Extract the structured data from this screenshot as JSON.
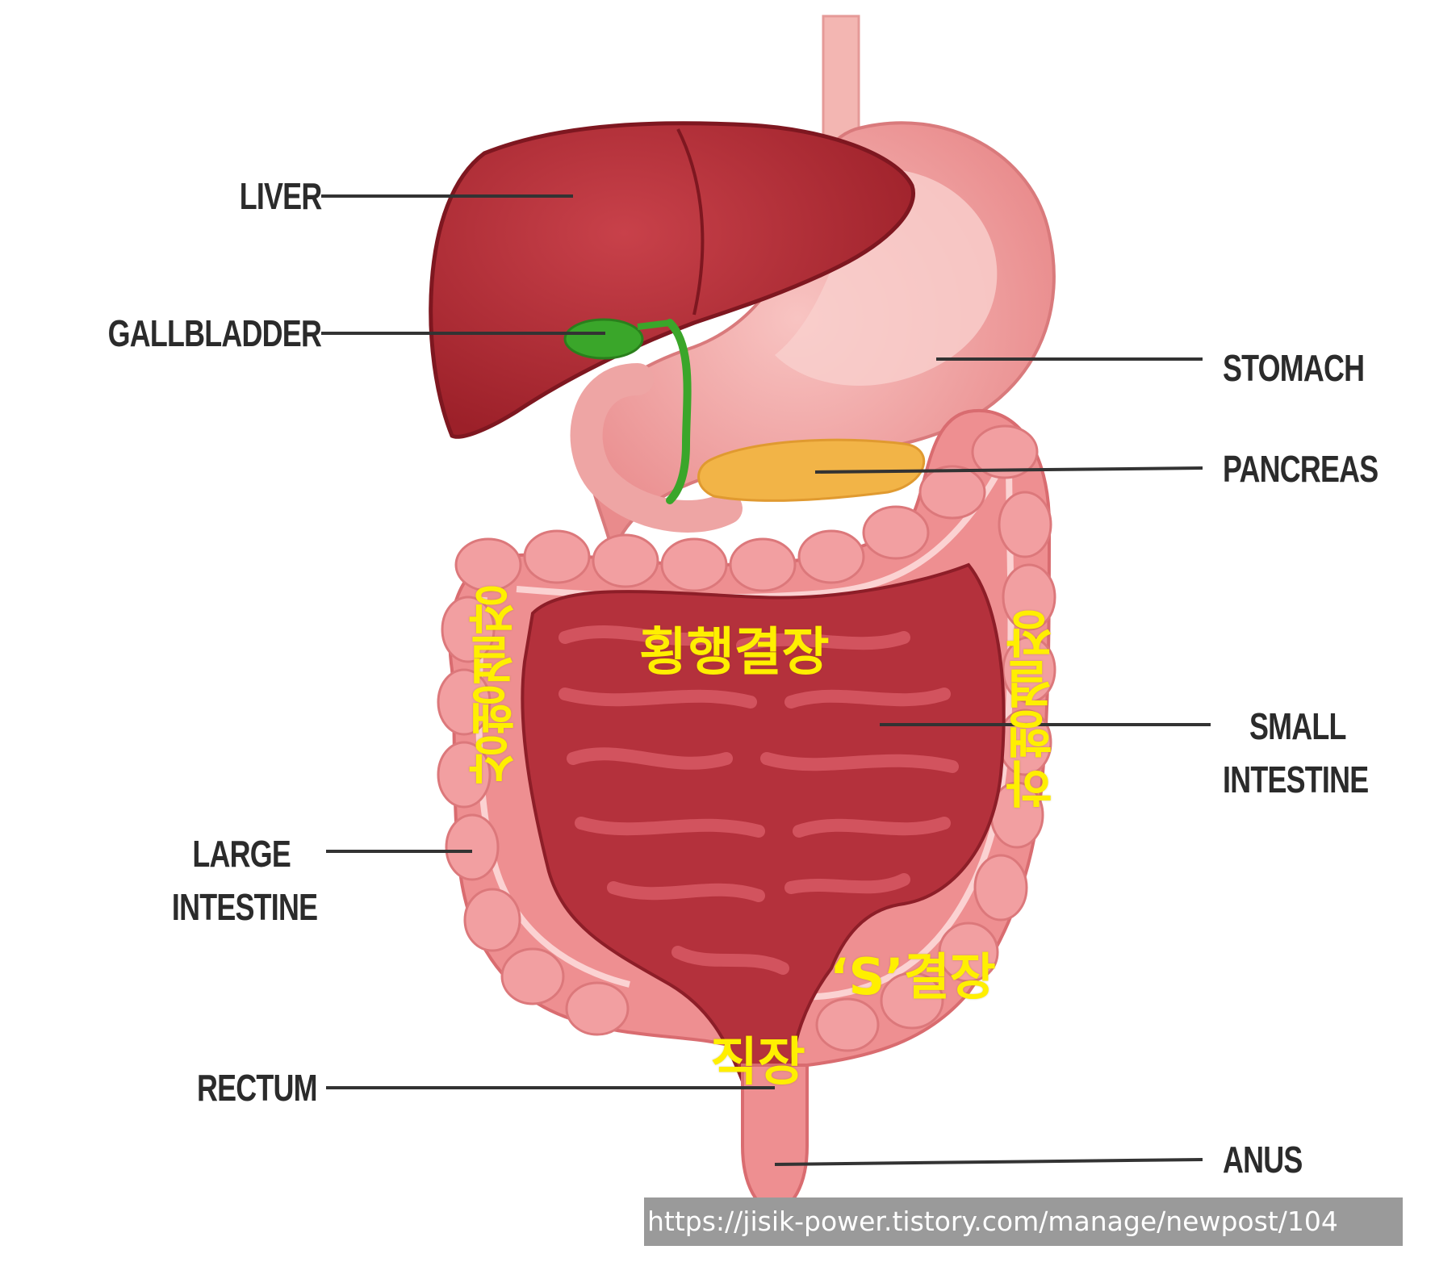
{
  "labels": {
    "liver": "LIVER",
    "gallbladder": "GALLBLADDER",
    "stomach": "STOMACH",
    "pancreas": "PANCREAS",
    "small_intestine_1": "SMALL",
    "small_intestine_2": "INTESTINE",
    "large_intestine_1": "LARGE",
    "large_intestine_2": "INTESTINE",
    "rectum": "RECTUM",
    "anus": "ANUS"
  },
  "korean_labels": {
    "ascending_colon": "상행결장",
    "transverse_colon": "횡행결장",
    "descending_colon": "하행결장",
    "sigmoid_colon": "‘S’결장",
    "rectum": "직장"
  },
  "watermark": "https://jisik-power.tistory.com/manage/newpost/104",
  "colors": {
    "liver": "#b8313a",
    "liver_dark": "#8f1f28",
    "gallbladder": "#3aa62a",
    "stomach": "#f2a8a6",
    "pancreas": "#f2b447",
    "large_intestine": "#ee8f91",
    "small_intestine": "#b4313c",
    "korean_text": "#ffef00",
    "label_text": "#2b2b2b"
  }
}
